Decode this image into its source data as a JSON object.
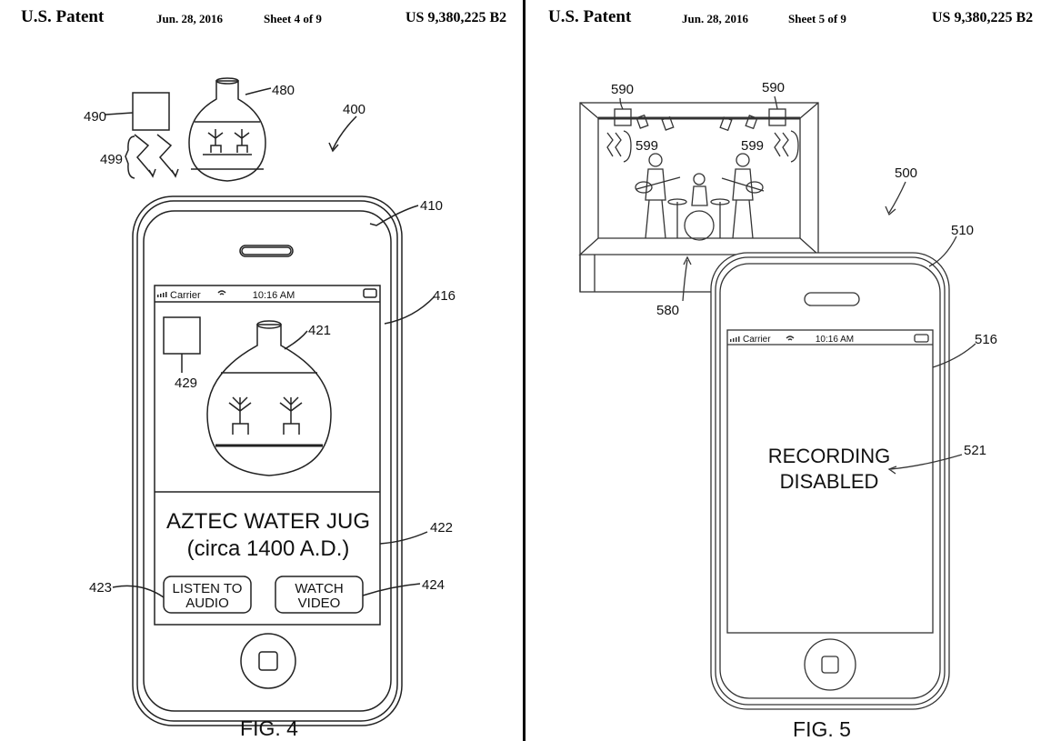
{
  "sheet4": {
    "header": {
      "patent": "U.S. Patent",
      "date": "Jun. 28, 2016",
      "sheet": "Sheet 4 of 9",
      "number": "US 9,380,225 B2"
    },
    "refs": {
      "r400": "400",
      "r410": "410",
      "r416": "416",
      "r421": "421",
      "r422": "422",
      "r423": "423",
      "r424": "424",
      "r429": "429",
      "r480": "480",
      "r490": "490",
      "r499": "499"
    },
    "status_bar": {
      "carrier": "Carrier",
      "time": "10:16 AM"
    },
    "item_title": "AZTEC WATER JUG",
    "item_subtitle": "(circa 1400 A.D.)",
    "listen_button": {
      "line1": "LISTEN TO",
      "line2": "AUDIO"
    },
    "watch_button": {
      "line1": "WATCH",
      "line2": "VIDEO"
    },
    "figure_label": "FIG. 4"
  },
  "sheet5": {
    "header": {
      "patent": "U.S. Patent",
      "date": "Jun. 28, 2016",
      "sheet": "Sheet 5 of 9",
      "number": "US 9,380,225 B2"
    },
    "refs": {
      "r500": "500",
      "r510": "510",
      "r516": "516",
      "r521": "521",
      "r580": "580",
      "r590a": "590",
      "r590b": "590",
      "r599a": "599",
      "r599b": "599"
    },
    "status_bar": {
      "carrier": "Carrier",
      "time": "10:16 AM"
    },
    "message": {
      "line1": "RECORDING",
      "line2": "DISABLED"
    },
    "figure_label": "FIG. 5"
  }
}
